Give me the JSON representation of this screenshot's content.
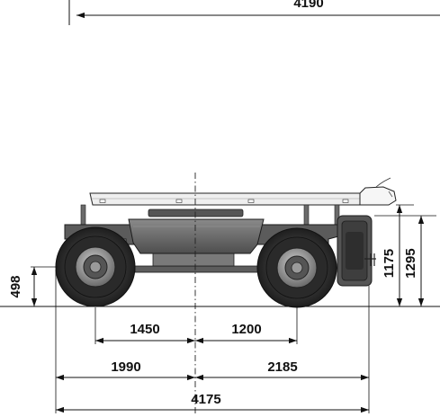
{
  "dimensions": {
    "top_overall": "4190",
    "front_overhang": "1450",
    "rear_overhang": "1200",
    "front_to_center": "1990",
    "center_to_rear": "2185",
    "overall_length": "4175",
    "ground_clearance": "498",
    "platform_height": "1175",
    "overall_height": "1295"
  },
  "colors": {
    "ink": "#111111",
    "tyre": "#3a3a3a",
    "chassis": "#6f6f6f",
    "platform": "#efefef"
  }
}
